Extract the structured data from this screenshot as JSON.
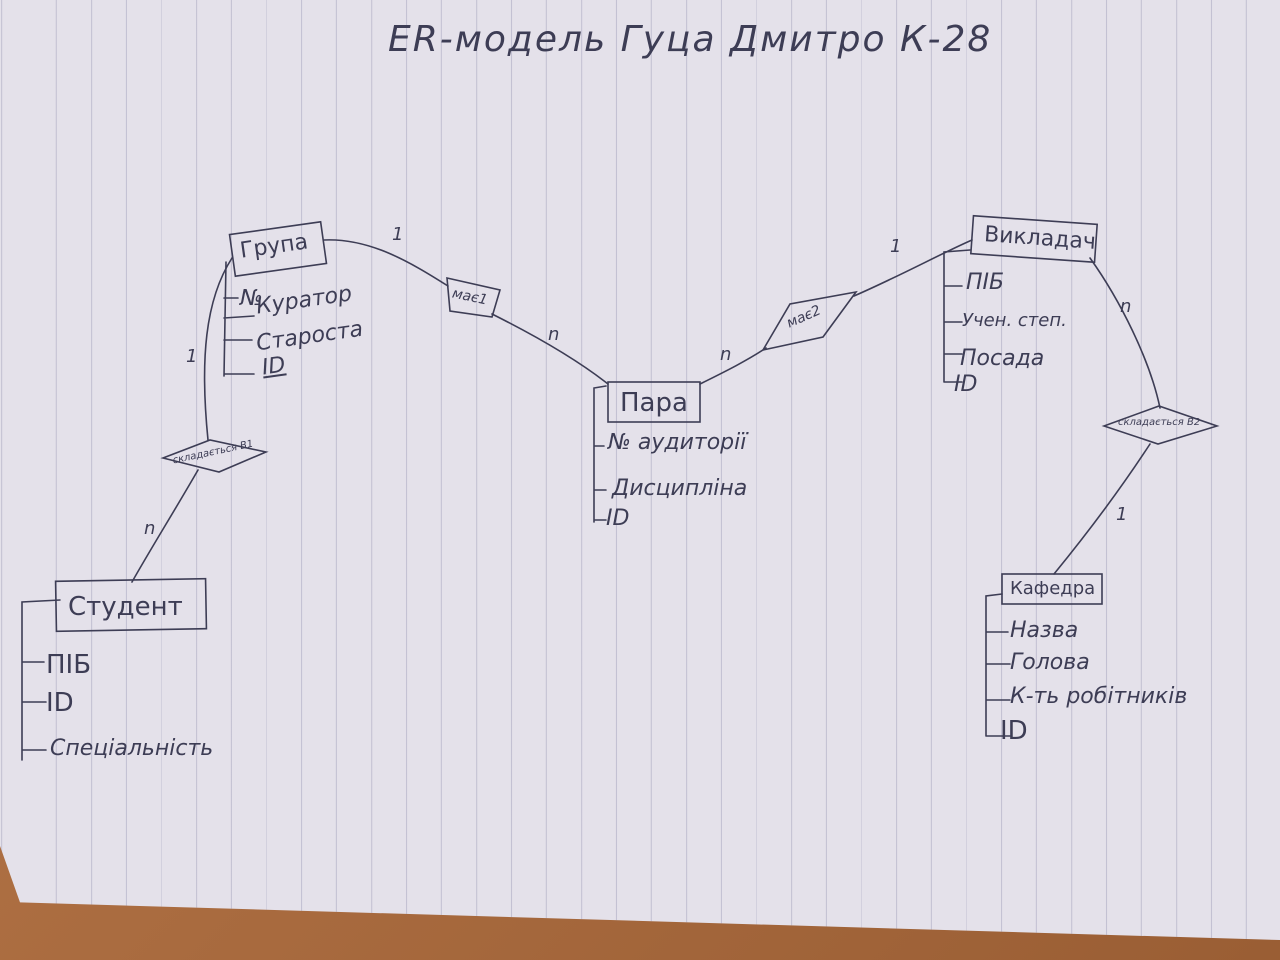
{
  "title": "ER-модель Гуца Дмитро  К-28",
  "entities": {
    "grupa": {
      "name": "Група",
      "attributes": [
        "№",
        "Куратор",
        "Староста",
        "ID"
      ]
    },
    "student": {
      "name": "Студент",
      "attributes": [
        "ПІБ",
        "ID",
        "Спеціальність"
      ]
    },
    "para": {
      "name": "Пара",
      "attributes": [
        "№ аудиторії",
        "Дисципліна",
        "ID"
      ]
    },
    "vykladach": {
      "name": "Викладач",
      "attributes": [
        "ПІБ",
        "Учен. степ.",
        "Посада",
        "ID"
      ]
    },
    "kafedra": {
      "name": "Кафедра",
      "attributes": [
        "Назва",
        "Голова",
        "К-ть робітників",
        "ID"
      ]
    }
  },
  "relationships": {
    "skladaietsia_b1": {
      "name": "складається В1",
      "cardinality_a": "1",
      "cardinality_b": "n"
    },
    "maie1": {
      "name": "має1",
      "cardinality_a": "1",
      "cardinality_b": "n"
    },
    "maie2": {
      "name": "має2",
      "cardinality_a": "n",
      "cardinality_b": "1"
    },
    "skladaietsia_b2": {
      "name": "складається В2",
      "cardinality_a": "n",
      "cardinality_b": "1"
    }
  },
  "colors": {
    "paper": "#e4e1ea",
    "ink": "#3d3d55",
    "table": "#a56a3c"
  }
}
